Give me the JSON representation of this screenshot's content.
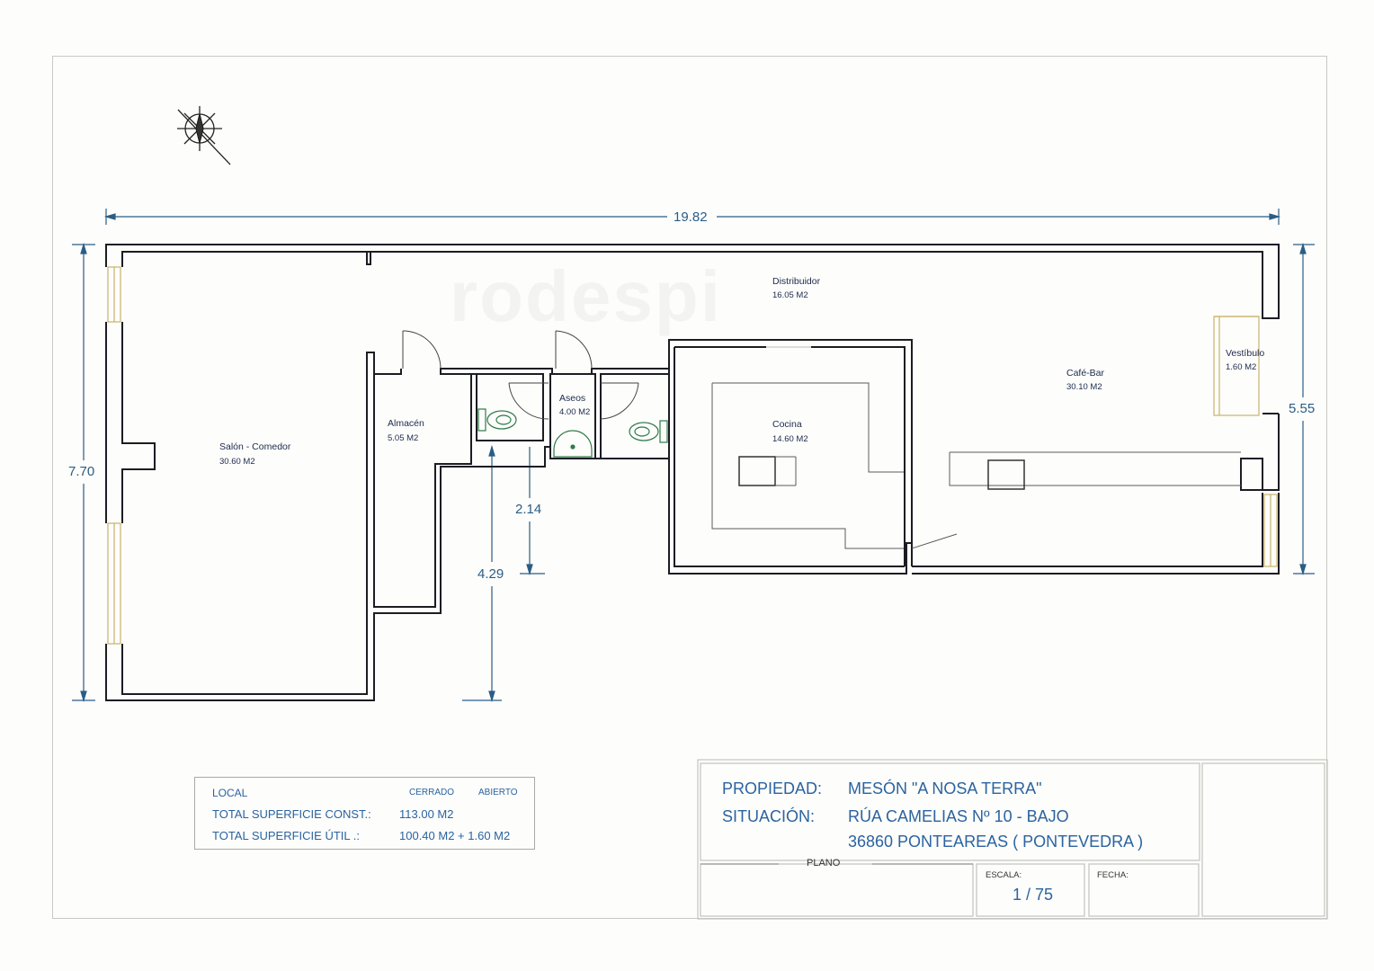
{
  "dimensions": {
    "total_length": "19.82",
    "total_depth": "7.70",
    "right_depth": "5.55",
    "inner_short": "2.14",
    "inner_long": "4.29"
  },
  "watermark": "rodespi",
  "rooms": {
    "salon": {
      "name": "Salón - Comedor",
      "area": "30.60 M2"
    },
    "almacen": {
      "name": "Almacén",
      "area": "5.05 M2"
    },
    "aseos": {
      "name": "Aseos",
      "area": "4.00 M2"
    },
    "distribuidor": {
      "name": "Distribuidor",
      "area": "16.05 M2"
    },
    "cocina": {
      "name": "Cocina",
      "area": "14.60 M2"
    },
    "cafebar": {
      "name": "Café-Bar",
      "area": "30.10 M2"
    },
    "vestibulo": {
      "name": "Vestíbulo",
      "area": "1.60 M2"
    }
  },
  "summary": {
    "title": "LOCAL",
    "col_closed": "CERRADO",
    "col_open": "ABIERTO",
    "row1_label": "TOTAL SUPERFICIE CONST.:",
    "row1_value": "113.00 M2",
    "row2_label": "TOTAL SUPERFICIE ÚTIL .:",
    "row2_value": "100.40 M2 + 1.60 M2"
  },
  "title_block": {
    "property_label": "PROPIEDAD:",
    "property_value": "MESÓN  \"A NOSA TERRA\"",
    "location_label": "SITUACIÓN:",
    "location_line1": "RÚA  CAMELIAS   Nº 10 - BAJO",
    "location_line2": "36860   PONTEAREAS  ( PONTEVEDRA )",
    "plan_label": "PLANO",
    "scale_label": "ESCALA:",
    "scale_value": "1  / 75",
    "date_label": "FECHA:"
  },
  "colors": {
    "wall": "#1c1c24",
    "dimension": "#2a5d86",
    "window": "#d9c98a",
    "furniture": "#4a4a4a",
    "text_blue": "#2b63a0"
  },
  "icons": {
    "compass": "north-arrow-icon"
  }
}
